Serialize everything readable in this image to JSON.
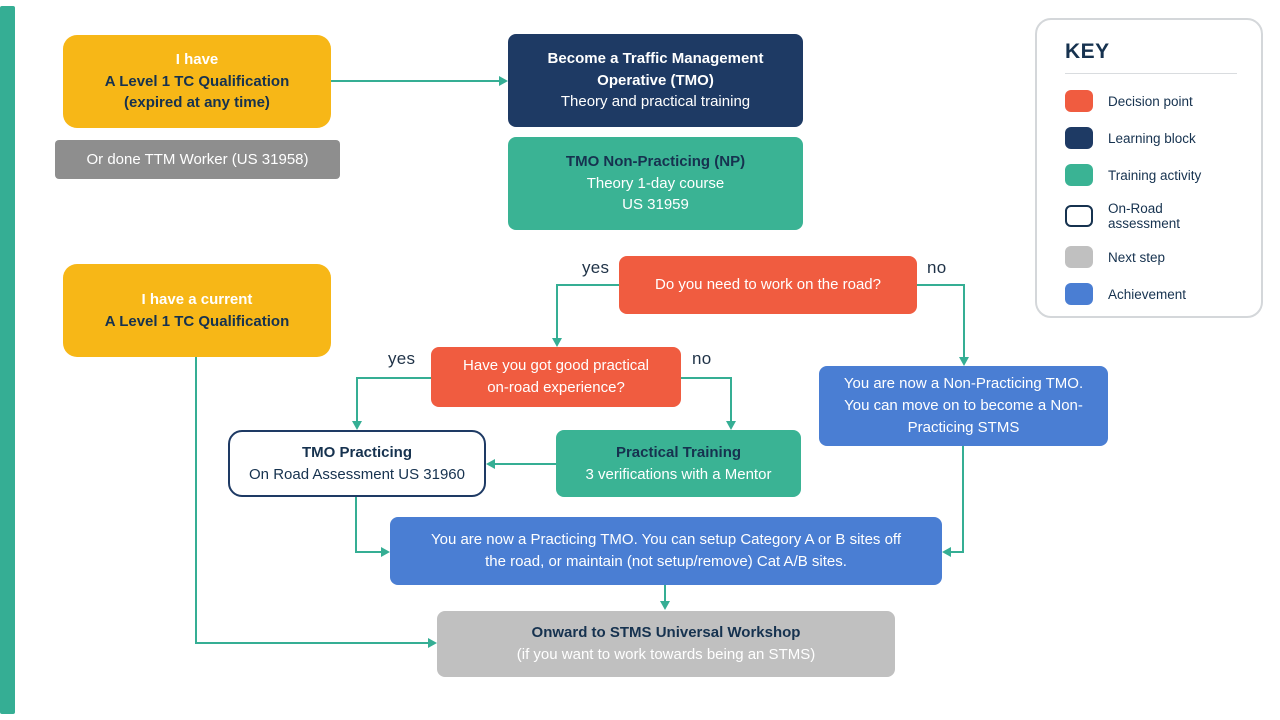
{
  "colors": {
    "accent_bar": "#35AE94",
    "decision": "#F05C40",
    "learning_block": "#1E3A64",
    "training_activity": "#3AB394",
    "on_road_assessment": "#FFFFFF",
    "next_step_light": "#C0C0C0",
    "next_step_dark": "#8E8E8E",
    "achievement": "#4A7ED3",
    "start_yellow": "#F7B717",
    "connector": "#35AE94"
  },
  "nodes": {
    "start_expired": {
      "line1": "I have",
      "line2": "A Level 1 TC Qualification",
      "line3": "(expired at any time)"
    },
    "ttm_worker": {
      "text": "Or done TTM Worker (US 31958)"
    },
    "become_tmo": {
      "title1": "Become a Traffic Management",
      "title2": "Operative (TMO)",
      "subtitle": "Theory and practical training"
    },
    "tmo_non_practicing": {
      "title": "TMO Non-Practicing (NP)",
      "line1": "Theory 1-day course",
      "line2": "US 31959"
    },
    "start_current": {
      "line1": "I have a current",
      "line2": "A Level 1 TC Qualification"
    },
    "decision_road": {
      "text": "Do you need to work on the road?"
    },
    "decision_experience": {
      "line1": "Have you got good practical",
      "line2": "on-road experience?"
    },
    "achievement_non_practicing": {
      "line1": "You are now a Non-Practicing TMO.",
      "line2": "You can move on to become a Non-",
      "line3": "Practicing STMS"
    },
    "tmo_practicing": {
      "title": "TMO Practicing",
      "subtitle": "On Road Assessment US 31960"
    },
    "practical_training": {
      "title": "Practical Training",
      "subtitle": "3 verifications with a Mentor"
    },
    "achievement_practicing": {
      "line1": "You are now a Practicing TMO. You can setup Category A or B sites off",
      "line2": "the road, or maintain (not setup/remove) Cat A/B sites."
    },
    "next_step_stms": {
      "title": "Onward to STMS Universal Workshop",
      "subtitle": "(if you want to work towards being an STMS)"
    }
  },
  "branch_labels": {
    "road_yes": "yes",
    "road_no": "no",
    "experience_yes": "yes",
    "experience_no": "no"
  },
  "key": {
    "title": "KEY",
    "items": [
      {
        "label": "Decision point",
        "color": "#F05C40"
      },
      {
        "label": "Learning block",
        "color": "#1E3A64"
      },
      {
        "label": "Training activity",
        "color": "#3AB394"
      },
      {
        "label": "On-Road assessment",
        "color": "#FFFFFF"
      },
      {
        "label": "Next step",
        "color": "#C0C0C0"
      },
      {
        "label": "Achievement",
        "color": "#4A7ED3"
      }
    ]
  }
}
